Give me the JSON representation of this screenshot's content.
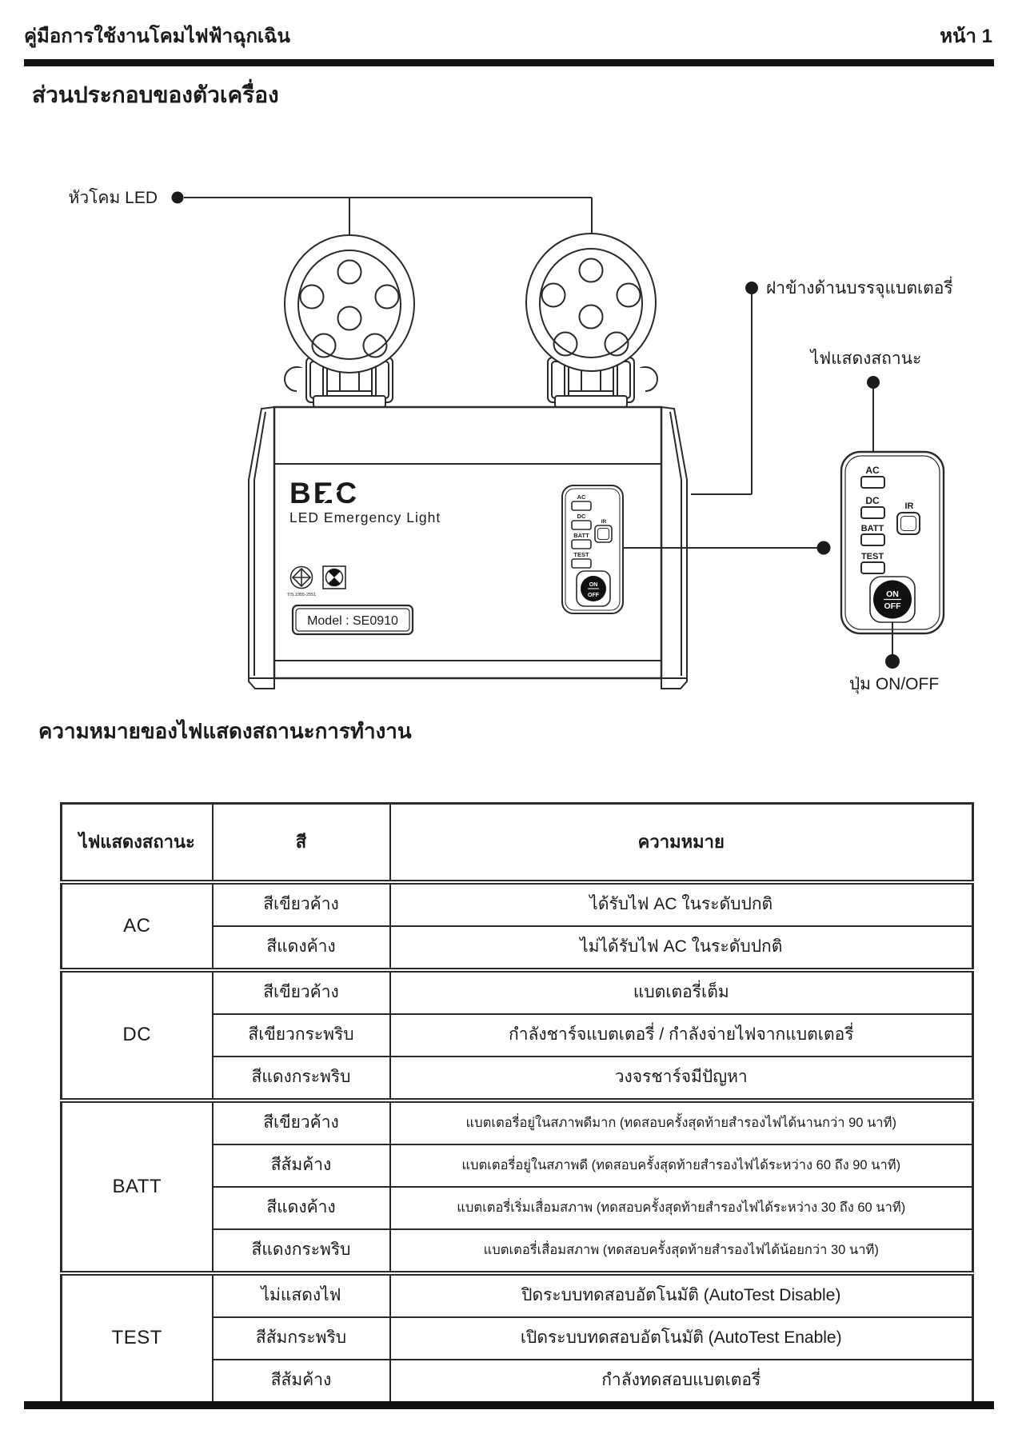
{
  "page": {
    "header_left": "คู่มือการใช้งานโคมไฟฟ้าฉุกเฉิน",
    "header_right": "หน้า 1",
    "section_title": "ส่วนประกอบของตัวเครื่อง",
    "table_title": "ความหมายของไฟแสดงสถานะการทำงาน"
  },
  "diagram": {
    "labels": {
      "led_head": "หัวโคม LED",
      "battery_cover": "ฝาข้างด้านบรรจุแบตเตอรี่",
      "status_lights": "ไฟแสดงสถานะ",
      "onoff_button": "ปุ่ม ON/OFF"
    },
    "device": {
      "brand": "BEC",
      "product": "LED Emergency Light",
      "model_label": "Model : SE0910",
      "tis_text": "TIS.1955-2551",
      "panel": {
        "ac": "AC",
        "dc": "DC",
        "batt": "BATT",
        "test": "TEST",
        "ir": "IR",
        "on": "ON",
        "off": "OFF"
      }
    }
  },
  "table": {
    "headers": {
      "col1": "ไฟแสดงสถานะ",
      "col2": "สี",
      "col3": "ความหมาย"
    },
    "groups": [
      {
        "indicator": "AC",
        "rows": [
          {
            "color": "สีเขียวค้าง",
            "meaning": "ได้รับไฟ AC ในระดับปกติ"
          },
          {
            "color": "สีแดงค้าง",
            "meaning": "ไม่ได้รับไฟ AC ในระดับปกติ"
          }
        ]
      },
      {
        "indicator": "DC",
        "rows": [
          {
            "color": "สีเขียวค้าง",
            "meaning": "แบตเตอรี่เต็ม"
          },
          {
            "color": "สีเขียวกระพริบ",
            "meaning": "กำลังชาร์จแบตเตอรี่ / กำลังจ่ายไฟจากแบตเตอรี่"
          },
          {
            "color": "สีแดงกระพริบ",
            "meaning": "วงจรชาร์จมีปัญหา"
          }
        ]
      },
      {
        "indicator": "BATT",
        "rows": [
          {
            "color": "สีเขียวค้าง",
            "meaning": "แบตเตอรี่อยู่ในสภาพดีมาก (ทดสอบครั้งสุดท้ายสำรองไฟได้นานกว่า 90 นาที)"
          },
          {
            "color": "สีส้มค้าง",
            "meaning": "แบตเตอรี่อยู่ในสภาพดี (ทดสอบครั้งสุดท้ายสำรองไฟได้ระหว่าง 60 ถึง 90 นาที)"
          },
          {
            "color": "สีแดงค้าง",
            "meaning": "แบตเตอรี่เริ่มเสื่อมสภาพ (ทดสอบครั้งสุดท้ายสำรองไฟได้ระหว่าง 30 ถึง 60 นาที)"
          },
          {
            "color": "สีแดงกระพริบ",
            "meaning": "แบตเตอรี่เสื่อมสภาพ (ทดสอบครั้งสุดท้ายสำรองไฟได้น้อยกว่า 30 นาที)"
          }
        ]
      },
      {
        "indicator": "TEST",
        "rows": [
          {
            "color": "ไม่แสดงไฟ",
            "meaning": "ปิดระบบทดสอบอัตโนมัติ (AutoTest Disable)"
          },
          {
            "color": "สีส้มกระพริบ",
            "meaning": "เปิดระบบทดสอบอัตโนมัติ (AutoTest Enable)"
          },
          {
            "color": "สีส้มค้าง",
            "meaning": "กำลังทดสอบแบตเตอรี่"
          }
        ]
      }
    ]
  },
  "colors": {
    "ink": "#1b1b1b",
    "line": "#2a2a2a",
    "rule": "#111111"
  }
}
